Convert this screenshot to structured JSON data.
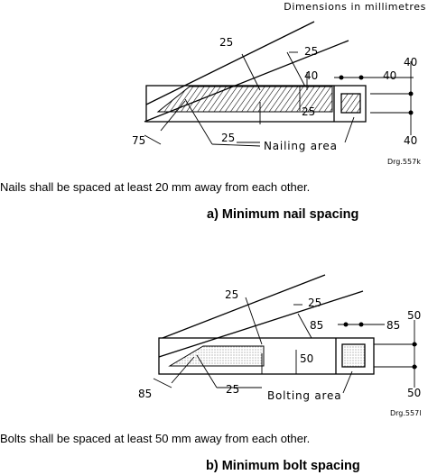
{
  "units_note": "Dimensions in millimetres",
  "nail": {
    "dims": {
      "top_25": "25",
      "inner_25": "25",
      "lower_25": "25",
      "mid_25": "25",
      "end_40": "40",
      "right_40": "40",
      "vert_top_40": "40",
      "vert_bot_40": "40",
      "left_75": "75"
    },
    "area_label": "Nailing area",
    "drawing_ref": "Drg.557k",
    "text": "Nails shall be spaced at least 20 mm away from each other.",
    "heading": "a) Minimum nail spacing"
  },
  "bolt": {
    "dims": {
      "top_25": "25",
      "inner_25": "25",
      "mid_50": "50",
      "lower_25": "25",
      "end_85": "85",
      "right_85": "85",
      "vert_top_50": "50",
      "vert_bot_50": "50",
      "left_85": "85"
    },
    "area_label": "Bolting area",
    "drawing_ref": "Drg.557l",
    "text": "Bolts shall be spaced at least 50 mm away from each other.",
    "heading": "b) Minimum bolt spacing"
  }
}
